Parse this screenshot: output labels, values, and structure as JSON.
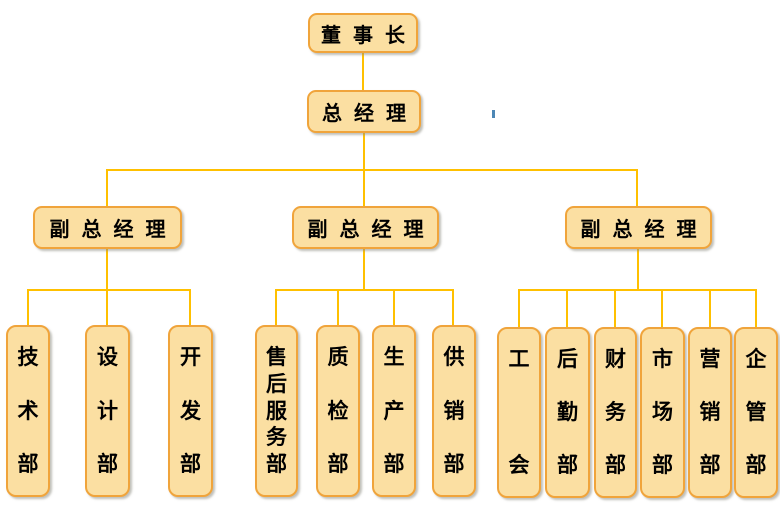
{
  "colors": {
    "connector": "#FFC000",
    "node_fill": "#FBDFA2",
    "node_border": "#F0A43B",
    "text": "#000000",
    "artifact_mark": "#4D87B5"
  },
  "org": {
    "chairman": "董事长",
    "general_manager": "总经理",
    "deputies": [
      {
        "label": "副总经理",
        "departments": [
          "技术部",
          "设计部",
          "开发部"
        ]
      },
      {
        "label": "副总经理",
        "departments": [
          "售后服务部",
          "质检部",
          "生产部",
          "供销部"
        ]
      },
      {
        "label": "副总经理",
        "departments": [
          "工会",
          "后勤部",
          "财务部",
          "市场部",
          "营销部",
          "企管部"
        ]
      }
    ]
  }
}
